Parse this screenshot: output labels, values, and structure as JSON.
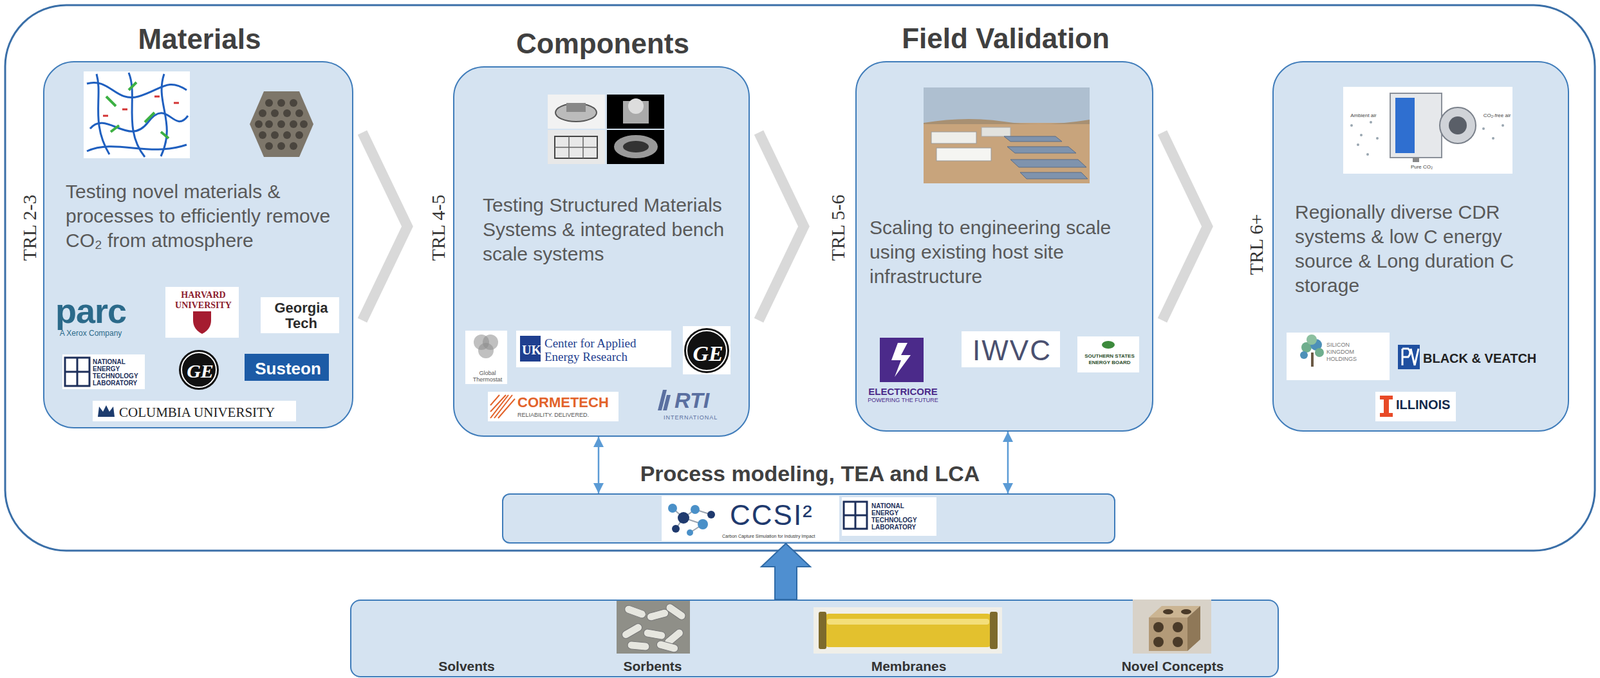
{
  "diagram": {
    "nodes": [
      {
        "text": [
          "Materials",
          "TRL 2-3",
          "Testing novel materials & processes to efficiently remove CO₂ from atmosphere",
          "parc",
          "A Xerox Company",
          "HARVARD UNIVERSITY",
          "Georgia Tech",
          "NATIONAL ENERGY TECHNOLOGY LABORATORY",
          "GE",
          "Susteon",
          "COLUMBIA UNIVERSITY"
        ]
      },
      {
        "text": [
          "Components",
          "TRL 4-5",
          "Testing Structured Materials Systems & integrated bench scale systems",
          "Global Thermostat",
          "UK",
          "Center for Applied Energy Research",
          "GE",
          "CORMETECH",
          "RELIABILITY. DELIVERED.",
          "RTI",
          "INTERNATIONAL"
        ]
      },
      {
        "text": [
          "Field Validation",
          "TRL 5-6",
          "Scaling to engineering scale using existing host site infrastructure",
          "ELECTRICORE",
          "POWERING THE FUTURE",
          "IWVC",
          "SOUTHERN STATES ENERGY BOARD"
        ]
      },
      {
        "text": [
          "TRL 6+",
          "Regionally diverse CDR systems & low C energy source & Long duration C storage",
          "Ambient air",
          "CO₂-free air",
          "Pure CO₂",
          "SILICON KINGDOM HOLDINGS",
          "BLACK & VEATCH",
          "ILLINOIS"
        ]
      },
      {
        "text": [
          "Process modeling, TEA and LCA",
          "CCSI²",
          "Carbon Capture Simulation for Industry Impact",
          "NATIONAL ENERGY TECHNOLOGY LABORATORY"
        ]
      },
      {
        "text": [
          "Solvents",
          "Sorbents",
          "Membranes",
          "Novel Concepts"
        ]
      }
    ],
    "edges": [
      {
        "from": 0,
        "to": 1,
        "arrow": "to"
      },
      {
        "from": 1,
        "to": 2,
        "arrow": "to"
      },
      {
        "from": 2,
        "to": 3,
        "arrow": "to"
      },
      {
        "from": 1,
        "to": 4,
        "arrow": "both"
      },
      {
        "from": 2,
        "to": 4,
        "arrow": "both"
      },
      {
        "from": 5,
        "to": 4,
        "arrow": "to"
      }
    ]
  }
}
